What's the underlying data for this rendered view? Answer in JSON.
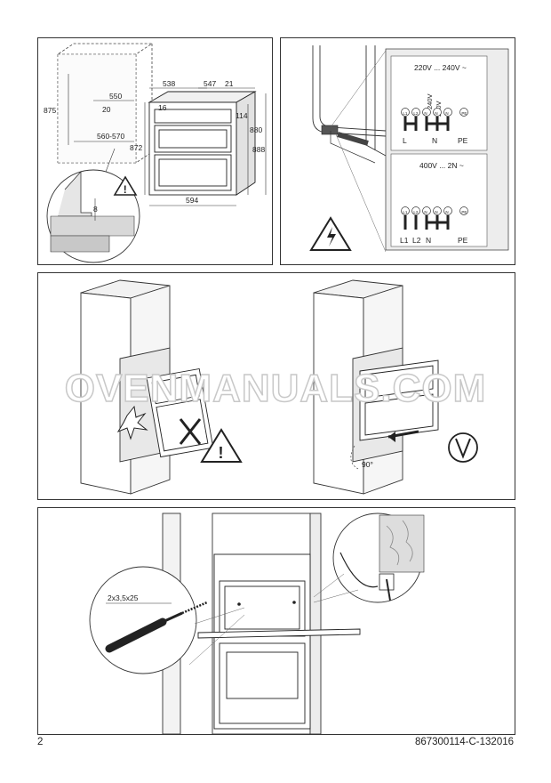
{
  "panel1": {
    "dims": {
      "d875": "875",
      "d550": "550",
      "d20": "20",
      "d560_570": "560-570",
      "d8": "8",
      "d538": "538",
      "d547": "547",
      "d21": "21",
      "d16": "16",
      "d114": "114",
      "d872": "872",
      "d880": "880",
      "d888": "888",
      "d594": "594"
    }
  },
  "panel2": {
    "box1": {
      "voltage": "220V ... 240V ~",
      "labels": [
        "L",
        "N",
        "PE"
      ],
      "terminals": [
        "L1",
        "L2",
        "N",
        "N",
        "N",
        "PE"
      ]
    },
    "box2": {
      "voltage": "400V ... 2N ~",
      "labels": [
        "L1",
        "L2",
        "N",
        "PE"
      ],
      "terminals": [
        "L1",
        "L2",
        "N",
        "N",
        "N",
        "PE"
      ]
    },
    "wire_labels": [
      "240V",
      "220V"
    ]
  },
  "panel3": {
    "angle": "90°"
  },
  "panel4": {
    "screw_spec": "2x3,5x25"
  },
  "watermark": "OVENMANUALS.COM",
  "footer": {
    "page_number": "2",
    "doc_code": "867300114-C-132016"
  }
}
